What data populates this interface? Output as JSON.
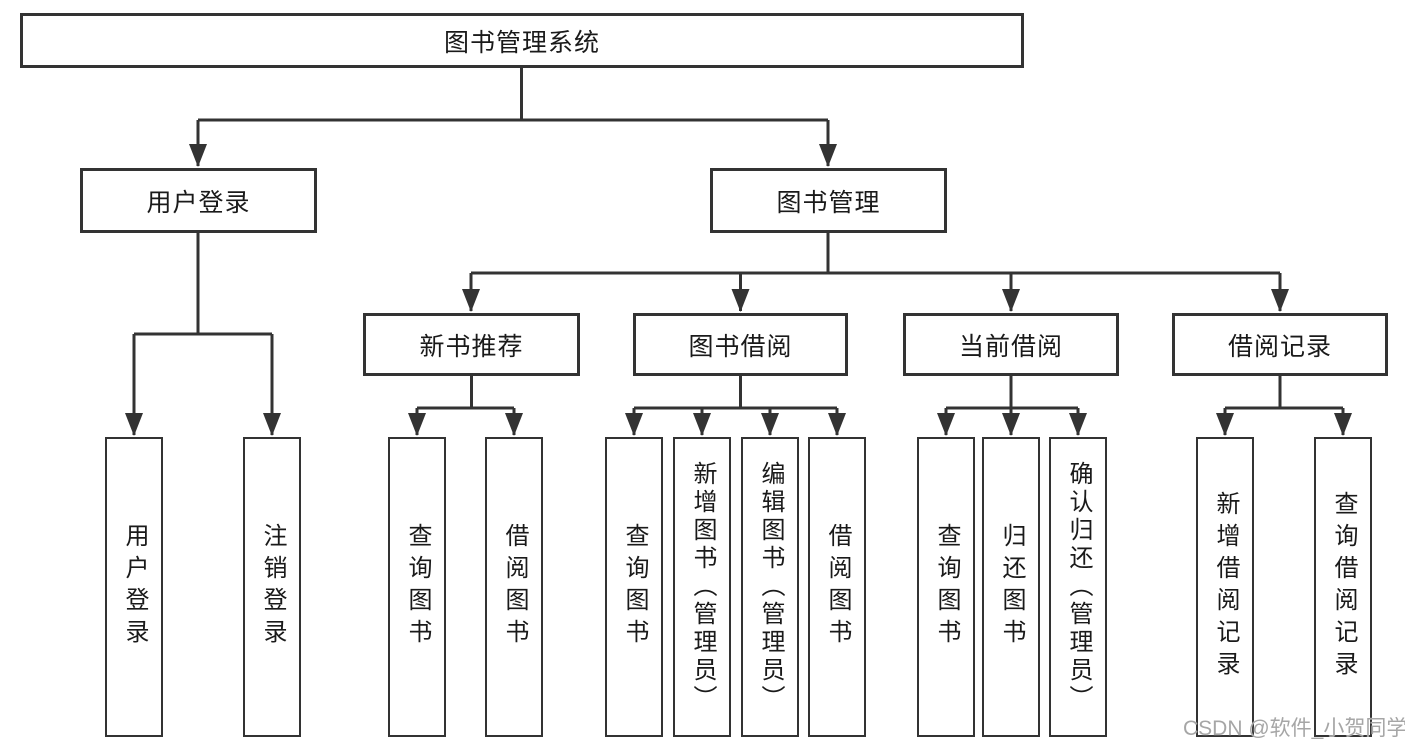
{
  "tree": {
    "label": "图书管理系统",
    "children": [
      {
        "label": "用户登录",
        "children": [
          {
            "label": "用户登录"
          },
          {
            "label": "注销登录"
          }
        ]
      },
      {
        "label": "图书管理",
        "children": [
          {
            "label": "新书推荐",
            "children": [
              {
                "label": "查询图书"
              },
              {
                "label": "借阅图书"
              }
            ]
          },
          {
            "label": "图书借阅",
            "children": [
              {
                "label": "查询图书"
              },
              {
                "label": "新增图书（管理员）"
              },
              {
                "label": "编辑图书（管理员）"
              },
              {
                "label": "借阅图书"
              }
            ]
          },
          {
            "label": "当前借阅",
            "children": [
              {
                "label": "查询图书"
              },
              {
                "label": "归还图书"
              },
              {
                "label": "确认归还（管理员）"
              }
            ]
          },
          {
            "label": "借阅记录",
            "children": [
              {
                "label": "新增借阅记录"
              },
              {
                "label": "查询借阅记录"
              }
            ]
          }
        ]
      }
    ]
  },
  "watermark": {
    "text": "CSDN @软件_小贺同学"
  },
  "colors": {
    "line": "#333333",
    "box_border": "#333333",
    "text": "#1a1a1a",
    "watermark_text": "#a6a6a6",
    "background": "#ffffff"
  }
}
